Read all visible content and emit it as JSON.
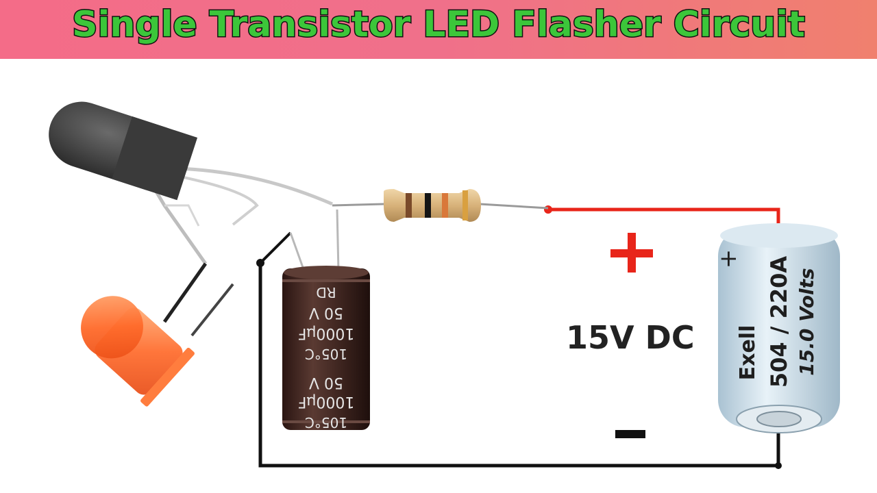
{
  "title": "Single Transistor LED Flasher Circuit",
  "supply": {
    "voltage_label": "15V DC",
    "plus_symbol": "+",
    "minus_symbol": "-"
  },
  "capacitor": {
    "markings": [
      "105°C",
      "1000µF",
      "50 V",
      "RD"
    ]
  },
  "battery": {
    "brand": "Exell",
    "model": "504 / 220A",
    "rating": "15.0 Volts",
    "polarity": "+"
  },
  "colors": {
    "title_text": "#3cc63a",
    "banner": "#f0708a",
    "positive_wire": "#e8251a",
    "negative_wire": "#111111",
    "led": "#ff6a2a",
    "capacitor_body": "#3e2420",
    "battery_body": "#c9dde8",
    "plus_sign": "#e8251a"
  }
}
